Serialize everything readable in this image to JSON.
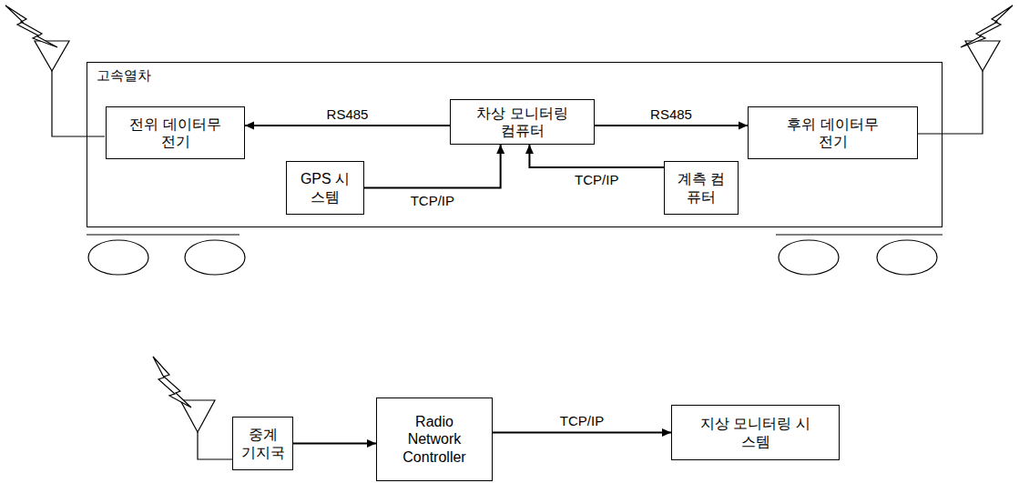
{
  "diagram": {
    "nodes": [
      {
        "text": [
          "고속열차"
        ]
      },
      {
        "text": [
          "전위 데이터무전기"
        ],
        "in": 0
      },
      {
        "text": [
          "차상 모니터링 컴퓨터"
        ],
        "in": 0
      },
      {
        "text": [
          "후위 데이터무전기"
        ],
        "in": 0
      },
      {
        "text": [
          "GPS 시스템"
        ],
        "in": 0
      },
      {
        "text": [
          "계측 컴퓨터"
        ],
        "in": 0
      },
      {
        "text": [
          "중계 기지국"
        ]
      },
      {
        "text": [
          "Radio Network Controller"
        ]
      },
      {
        "text": [
          "지상 모니터링 시스템"
        ]
      }
    ],
    "edges": [
      {
        "from": 2,
        "to": 1,
        "arrow": "to",
        "label": "RS485"
      },
      {
        "from": 2,
        "to": 3,
        "arrow": "to",
        "label": "RS485"
      },
      {
        "from": 4,
        "to": 2,
        "arrow": "to",
        "label": "TCP/IP"
      },
      {
        "from": 5,
        "to": 2,
        "arrow": "to",
        "label": "TCP/IP"
      },
      {
        "from": 6,
        "to": 7,
        "arrow": "to"
      },
      {
        "from": 7,
        "to": 8,
        "arrow": "to",
        "label": "TCP/IP"
      }
    ]
  }
}
